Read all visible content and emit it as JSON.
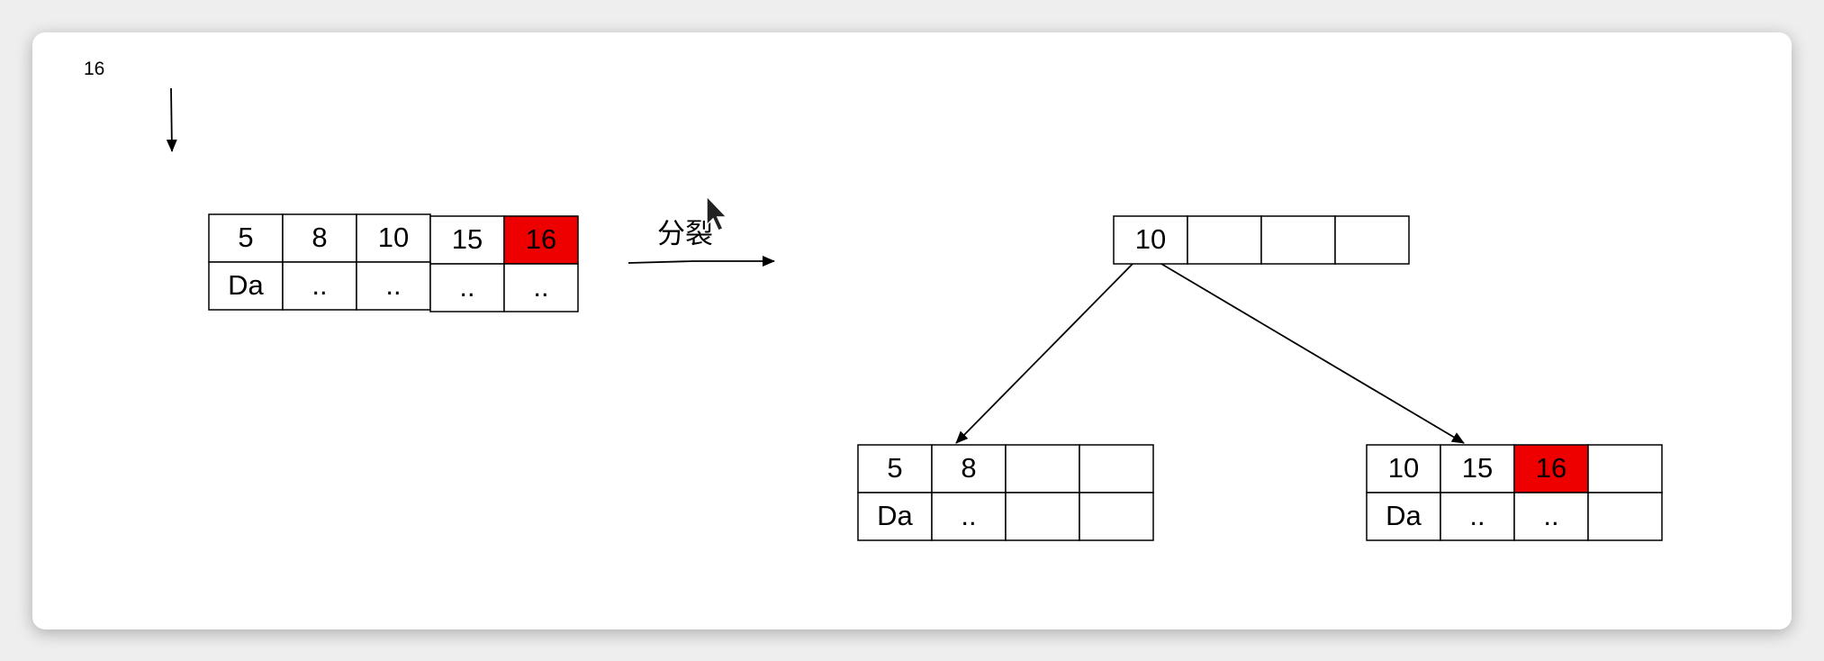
{
  "diagram": {
    "insert_key": "16",
    "split_label": "分裂",
    "before_node": {
      "keys": [
        "5",
        "8",
        "10",
        "15",
        "16"
      ],
      "data": [
        "Da",
        "..",
        "..",
        "..",
        ".."
      ],
      "highlight_index": 4
    },
    "root_node": {
      "keys": [
        "10",
        "",
        "",
        ""
      ],
      "data": []
    },
    "left_leaf": {
      "keys": [
        "5",
        "8",
        "",
        ""
      ],
      "data": [
        "Da",
        "..",
        "",
        ""
      ]
    },
    "right_leaf": {
      "keys": [
        "10",
        "15",
        "16",
        ""
      ],
      "data": [
        "Da",
        "..",
        "..",
        ""
      ],
      "highlight_index": 2
    },
    "colors": {
      "highlight": "#ee0000",
      "stroke": "#000000",
      "background": "#ffffff"
    }
  }
}
